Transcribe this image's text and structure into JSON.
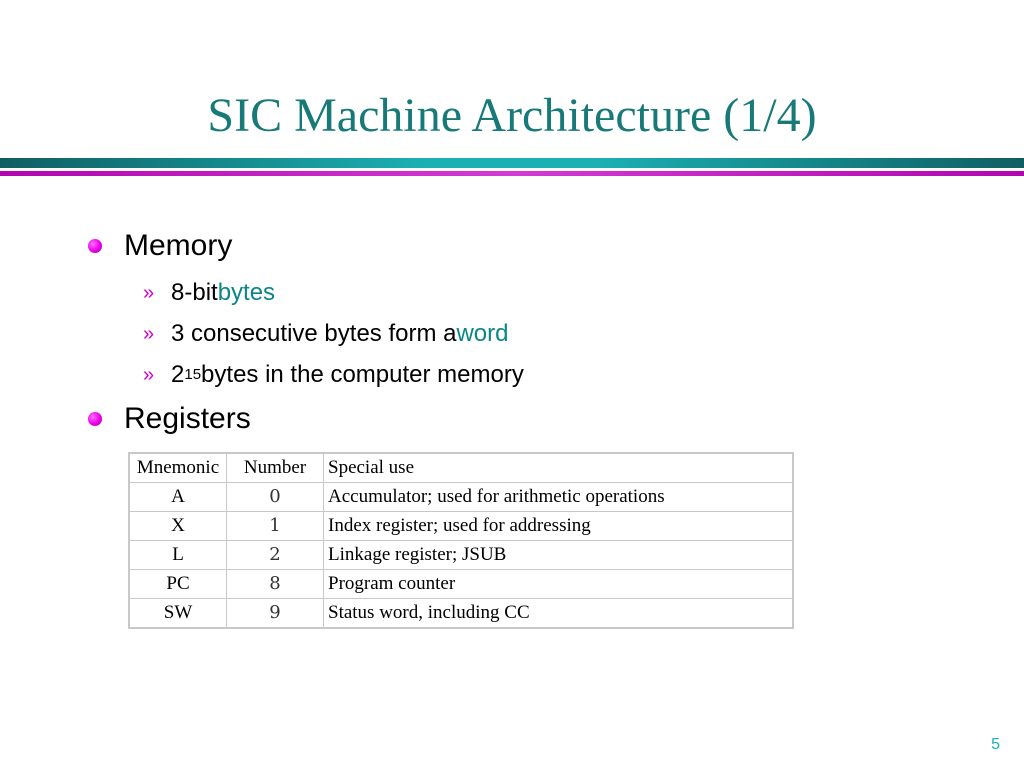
{
  "slide": {
    "title": "SIC Machine Architecture (1/4)",
    "page_number": "5"
  },
  "bullets": {
    "memory": {
      "label": "Memory",
      "items": [
        {
          "marker": "»",
          "text": "8-bit ",
          "highlight": "bytes"
        },
        {
          "marker": "»",
          "text": "3 consecutive bytes form a ",
          "highlight": "word"
        },
        {
          "marker": "»",
          "base": "2",
          "exponent": "15",
          "text": " bytes in the computer memory"
        }
      ]
    },
    "registers": {
      "label": "Registers"
    }
  },
  "register_table": {
    "headers": [
      "Mnemonic",
      "Number",
      "Special use"
    ],
    "rows": [
      [
        "A",
        "0",
        "Accumulator; used for arithmetic operations"
      ],
      [
        "X",
        "1",
        "Index register; used for addressing"
      ],
      [
        "L",
        "2",
        "Linkage register; JSUB"
      ],
      [
        "PC",
        "8",
        "Program counter"
      ],
      [
        "SW",
        "9",
        "Status word, including CC"
      ]
    ]
  },
  "colors": {
    "title": "#177a78",
    "rule_teal": "#1bb1b3",
    "rule_magenta": "#c020c0",
    "bullet_dot": "#e600e6",
    "highlight": "#0b8686"
  }
}
